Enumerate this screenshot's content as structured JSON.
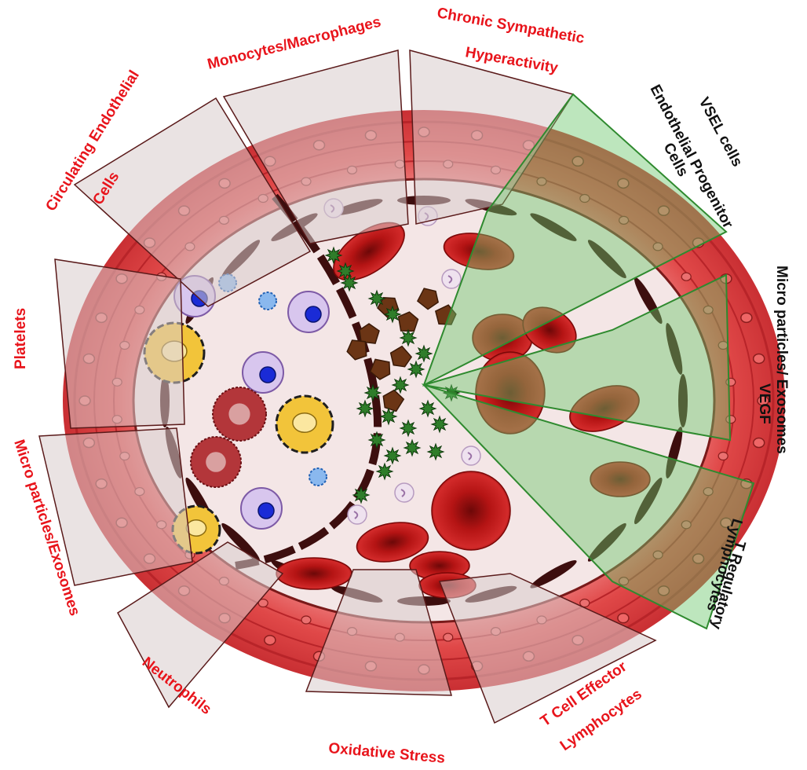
{
  "colors": {
    "label_red": "#e8141b",
    "label_dark": "#111111",
    "panel_grey": "#d9cfcf",
    "panel_green": "#6cc86c",
    "vessel_wall": "#e0474a",
    "lumen": "#f7eeee",
    "rbc": "#a80f0f",
    "platelet": "#2f7d2a",
    "debris": "#6b3515"
  },
  "icons": {
    "red_blood_cell": "rbc-icon",
    "monocyte": "monocyte-icon",
    "macrophage": "macrophage-icon",
    "dendritic_cell": "dendritic-cell-icon",
    "lymphocyte": "lymphocyte-icon",
    "platelet": "activated-platelet-icon",
    "debris": "cell-debris-icon",
    "endothelial_cell": "endothelial-cell-icon"
  },
  "pro_inflammatory_labels": [
    "Circulating Endothelial",
    "Cells",
    "Monocytes/Macrophages",
    "Chronic Sympathetic",
    "Hyperactivity",
    "Platelets",
    "Micro particles/Exosomes",
    "Neutrophils",
    "Oxidative Stress",
    "T Cell Effector",
    "Lymphocytes"
  ],
  "reparative_labels": [
    "VSEL  cells",
    "Endothelial Progenitor",
    "Cells",
    "Micro particles/ Exosomes",
    "VEGF",
    "T Regulatory",
    "Lymphocytes"
  ]
}
